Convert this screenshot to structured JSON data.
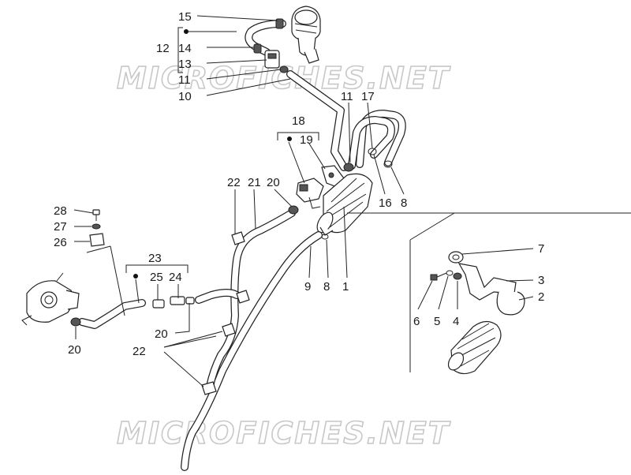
{
  "watermarks": [
    "MICROFICHES.NET",
    "MICROFICHES.NET"
  ],
  "callouts": {
    "c15": "15",
    "c14": "14",
    "c13": "13",
    "c12": "12",
    "c11a": "11",
    "c10": "10",
    "c11b": "11",
    "c17": "17",
    "c18": "18",
    "c19": "19",
    "c16": "16",
    "c8a": "8",
    "c22a": "22",
    "c21": "21",
    "c20a": "20",
    "c28": "28",
    "c27": "27",
    "c26": "26",
    "c23": "23",
    "c25": "25",
    "c24": "24",
    "c9": "9",
    "c8b": "8",
    "c1": "1",
    "c7": "7",
    "c3": "3",
    "c2": "2",
    "c6": "6",
    "c5": "5",
    "c4": "4",
    "c20b": "20",
    "c22b": "22",
    "c20c": "20"
  }
}
